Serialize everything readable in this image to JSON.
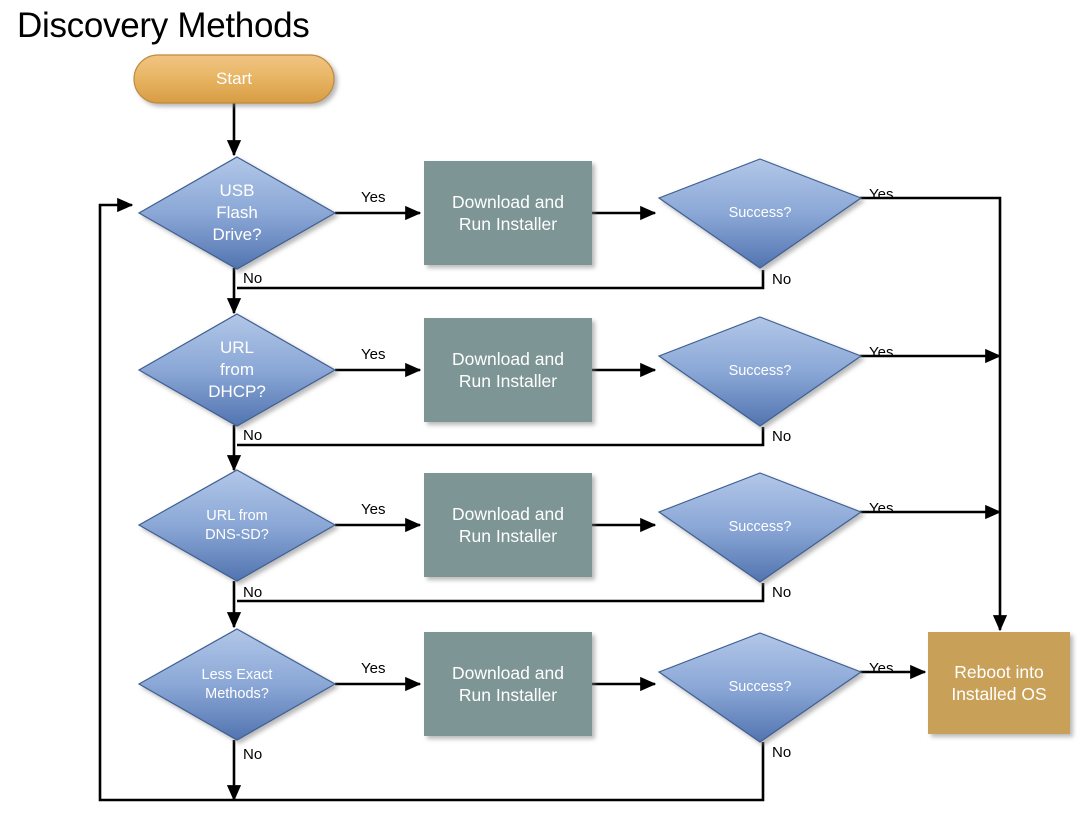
{
  "diagram": {
    "title": "Discovery Methods",
    "colors": {
      "start_fill_top": "#eebd74",
      "start_fill_bottom": "#d9a04a",
      "start_border": "#c08a3e",
      "decision_fill_top": "#a9c0e4",
      "decision_fill_bottom": "#5478b3",
      "decision_border": "#3f5f92",
      "process_fill": "#7d9595",
      "terminal_fill": "#c9a059",
      "edge_color": "#000000",
      "text_on_shape": "#ffffff",
      "title_color": "#000000",
      "background": "#ffffff"
    },
    "nodes": [
      {
        "id": "start",
        "type": "start-pill",
        "label": "Start"
      },
      {
        "id": "usb-decision",
        "type": "decision",
        "label": "USB\nFlash\nDrive?"
      },
      {
        "id": "install-1",
        "type": "process",
        "label": "Download and\nRun Installer"
      },
      {
        "id": "success-1",
        "type": "decision",
        "label": "Success?"
      },
      {
        "id": "dhcp-decision",
        "type": "decision",
        "label": "URL\nfrom\nDHCP?"
      },
      {
        "id": "install-2",
        "type": "process",
        "label": "Download and\nRun Installer"
      },
      {
        "id": "success-2",
        "type": "decision",
        "label": "Success?"
      },
      {
        "id": "dnssd-decision",
        "type": "decision",
        "label": "URL from\nDNS-SD?"
      },
      {
        "id": "install-3",
        "type": "process",
        "label": "Download and\nRun Installer"
      },
      {
        "id": "success-3",
        "type": "decision",
        "label": "Success?"
      },
      {
        "id": "lessexact-decision",
        "type": "decision",
        "label": "Less Exact\nMethods?"
      },
      {
        "id": "install-4",
        "type": "process",
        "label": "Download and\nRun Installer"
      },
      {
        "id": "success-4",
        "type": "decision",
        "label": "Success?"
      },
      {
        "id": "reboot",
        "type": "terminal",
        "label": "Reboot into\nInstalled OS"
      }
    ],
    "edge_labels": {
      "usb_yes": "Yes",
      "usb_no": "No",
      "success1_yes": "Yes",
      "success1_no": "No",
      "dhcp_yes": "Yes",
      "dhcp_no": "No",
      "success2_yes": "Yes",
      "success2_no": "No",
      "dnssd_yes": "Yes",
      "dnssd_no": "No",
      "success3_yes": "Yes",
      "success3_no": "No",
      "lessexact_yes": "Yes",
      "lessexact_no": "No",
      "success4_yes": "Yes",
      "success4_no": "No"
    }
  }
}
